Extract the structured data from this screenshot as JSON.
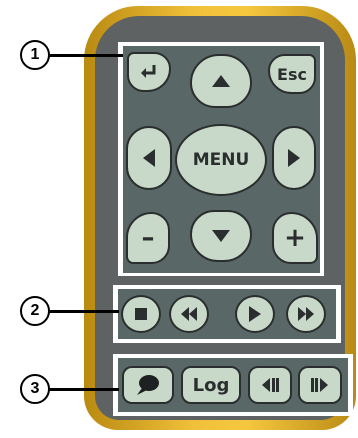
{
  "callouts": [
    "1",
    "2",
    "3"
  ],
  "keys": {
    "enter_icon": "enter-arrow",
    "esc_label": "Esc",
    "menu_label": "MENU",
    "minus_label": "–",
    "plus_label": "+"
  },
  "playback": {
    "stop": "stop",
    "rewind": "rewind",
    "play": "play",
    "fast_forward": "fast-forward"
  },
  "bottom": {
    "voice": "voice",
    "log_label": "Log",
    "step_back": "step-back",
    "step_forward": "step-forward"
  },
  "colors": {
    "bezel": "#f1c03a",
    "panel": "#5e6262",
    "button": "#c9d9c9",
    "button_border": "#2b2e2e"
  }
}
